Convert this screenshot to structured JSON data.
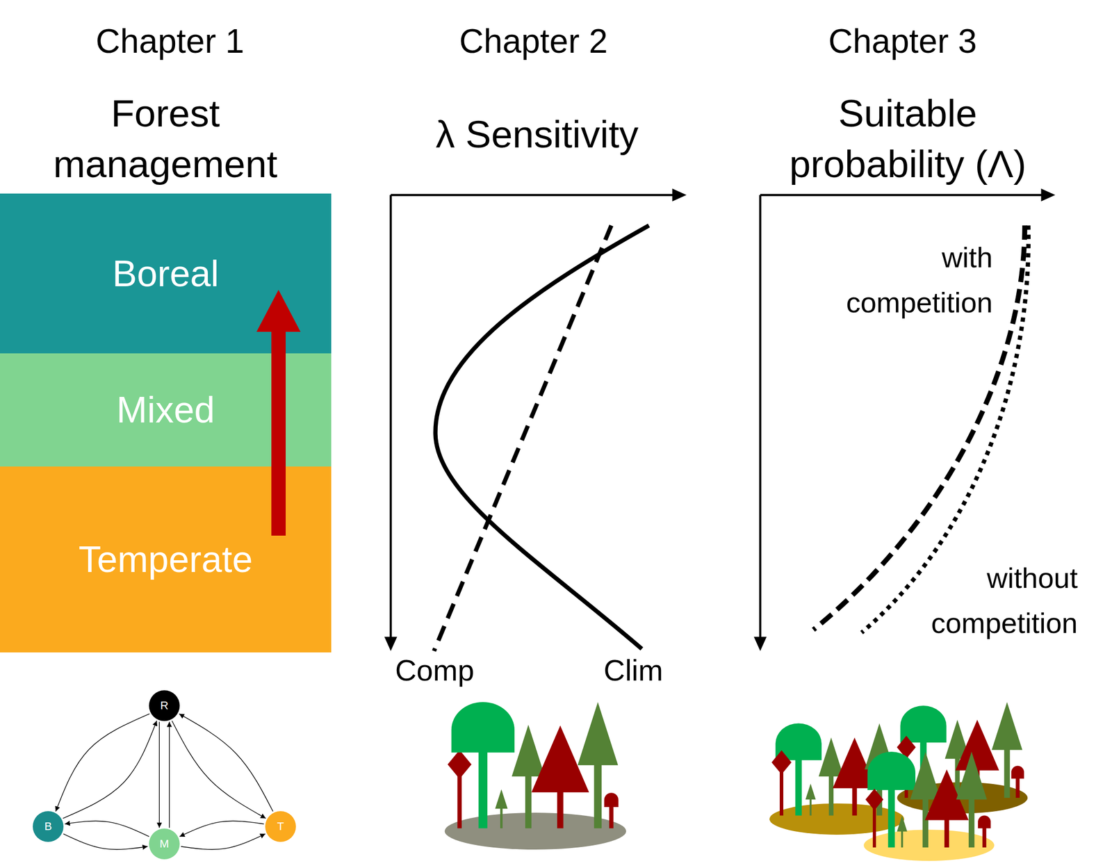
{
  "diagram": {
    "nodes": [
      {
        "text": [
          "Boreal"
        ]
      },
      {
        "text": [
          "Mixed"
        ]
      },
      {
        "text": [
          "Temperate"
        ]
      },
      {
        "text": [
          "R"
        ]
      },
      {
        "text": [
          "B"
        ]
      },
      {
        "text": [
          "M"
        ]
      },
      {
        "text": [
          "T"
        ]
      }
    ],
    "edges": [
      {
        "from": 3,
        "to": 4,
        "arrow": "to"
      },
      {
        "from": 4,
        "to": 3,
        "arrow": "to"
      },
      {
        "from": 3,
        "to": 5,
        "arrow": "to"
      },
      {
        "from": 5,
        "to": 3,
        "arrow": "to"
      },
      {
        "from": 3,
        "to": 6,
        "arrow": "to"
      },
      {
        "from": 6,
        "to": 3,
        "arrow": "to"
      },
      {
        "from": 4,
        "to": 5,
        "arrow": "to"
      },
      {
        "from": 5,
        "to": 4,
        "arrow": "to"
      },
      {
        "from": 5,
        "to": 6,
        "arrow": "to"
      },
      {
        "from": 6,
        "to": 5,
        "arrow": "to"
      }
    ],
    "labels": [
      "Chapter 1",
      "Forest management",
      "Chapter 2",
      "λ Sensitivity",
      "Comp",
      "Clim",
      "Chapter 3",
      "Suitable probability (Λ)",
      "with competition",
      "without competition"
    ]
  }
}
